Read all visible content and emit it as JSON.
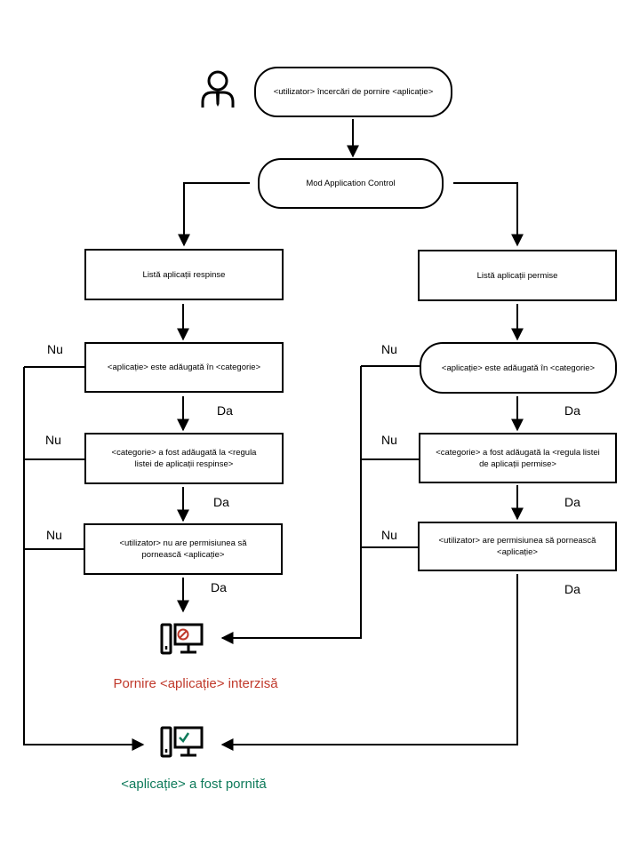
{
  "nodes": {
    "start": "<utilizator> încercări de pornire <aplicație>",
    "mode": "Mod  Application Control",
    "deny_list": "Listă aplicații respinse",
    "allow_list": "Listă aplicații permise",
    "deny_q1": "<aplicație>  este adăugată în  <categorie>",
    "allow_q1": "<aplicație>  este adăugată în  <categorie>",
    "deny_q2": "<categorie>  a fost adăugată la <regula listei de aplicații respinse>",
    "allow_q2": "<categorie> a fost adăugată la <regula listei de aplicații permise>",
    "deny_q3": "<utilizator>  nu are permisiunea să pornească <aplicație>",
    "allow_q3": "<utilizator> are permisiunea să pornească <aplicație>"
  },
  "labels": {
    "no": "Nu",
    "yes": "Da"
  },
  "results": {
    "blocked": "Pornire <aplicație> interzisă",
    "allowed": "<aplicație> a fost pornită"
  },
  "colors": {
    "blocked": "#c0392b",
    "allowed": "#0e7a5a",
    "line": "#000000"
  },
  "icons": {
    "user": "user-icon",
    "blocked": "computer-blocked-icon",
    "allowed": "computer-allowed-icon"
  }
}
